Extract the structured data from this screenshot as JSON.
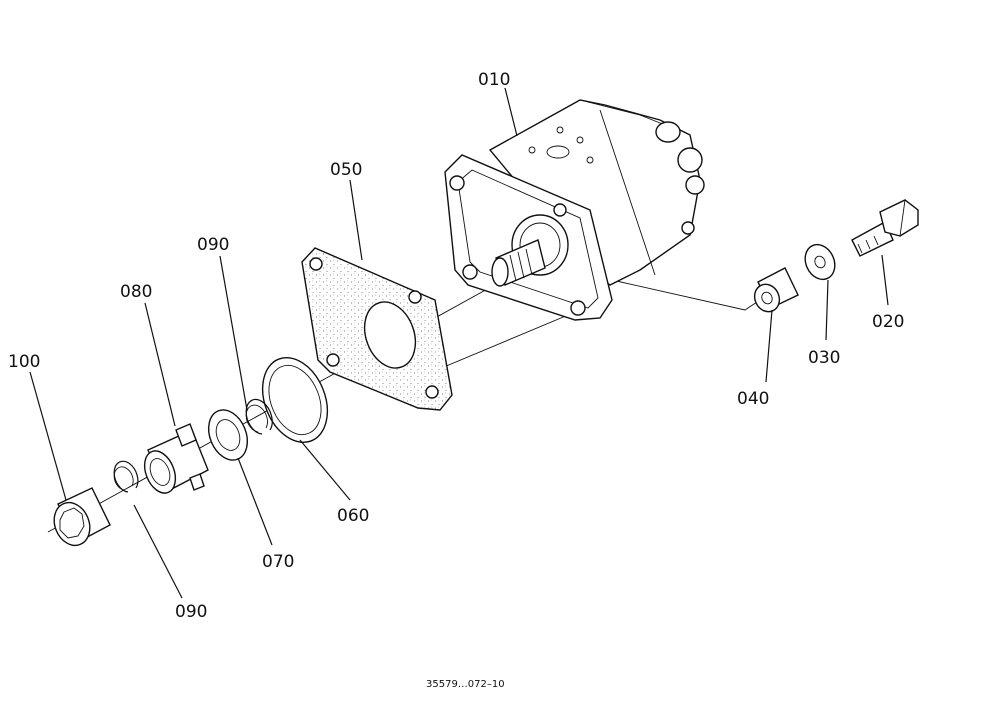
{
  "callouts": {
    "p010": "010",
    "p020": "020",
    "p030": "030",
    "p040": "040",
    "p050": "050",
    "p060": "060",
    "p070": "070",
    "p080": "080",
    "p090a": "090",
    "p090b": "090",
    "p100": "100"
  },
  "drawing_code": "35579…072–10",
  "icons": {
    "pump": "hydraulic-pump-icon",
    "bolt": "bolt-icon",
    "washer": "washer-icon",
    "collar": "collar-icon",
    "gasket": "gasket-icon",
    "shim": "shim-ring-icon",
    "snap_ring": "snap-ring-icon",
    "coupling": "coupling-icon",
    "adapter": "adapter-icon"
  }
}
